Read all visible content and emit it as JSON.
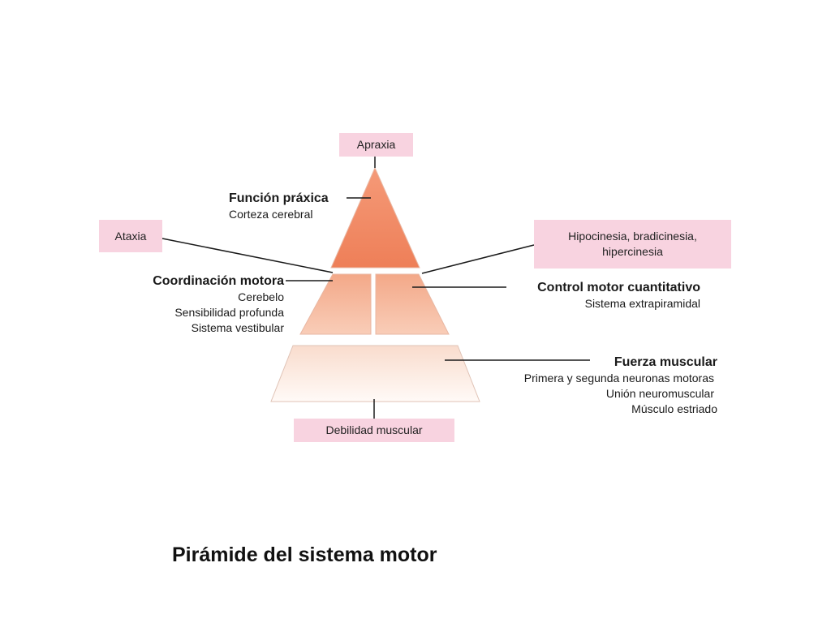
{
  "boxes": {
    "apraxia": "Apraxia",
    "ataxia": "Ataxia",
    "hipocinesia": "Hipocinesia, bradicinesia, hipercinesia",
    "debilidad": "Debilidad muscular"
  },
  "levels": {
    "funcion_praxica": {
      "title": "Función práxica",
      "lines": [
        "Corteza cerebral"
      ]
    },
    "coordinacion": {
      "title": "Coordinación motora",
      "lines": [
        "Cerebelo",
        "Sensibilidad profunda",
        "Sistema vestibular"
      ]
    },
    "control": {
      "title": "Control motor cuantitativo",
      "lines": [
        "Sistema extrapiramidal"
      ]
    },
    "fuerza": {
      "title": "Fuerza muscular",
      "lines": [
        "Primera y segunda neuronas motoras",
        "Unión neuromuscular",
        "Músculo estriado"
      ]
    }
  },
  "caption": "Pirámide del sistema motor",
  "colors": {
    "box_fill": "#f8d3e0",
    "top_tier": "#f08a66",
    "middle_tier": "#f5b89d",
    "bottom_tier": "#fbe6da",
    "line": "#1a1a1a"
  }
}
